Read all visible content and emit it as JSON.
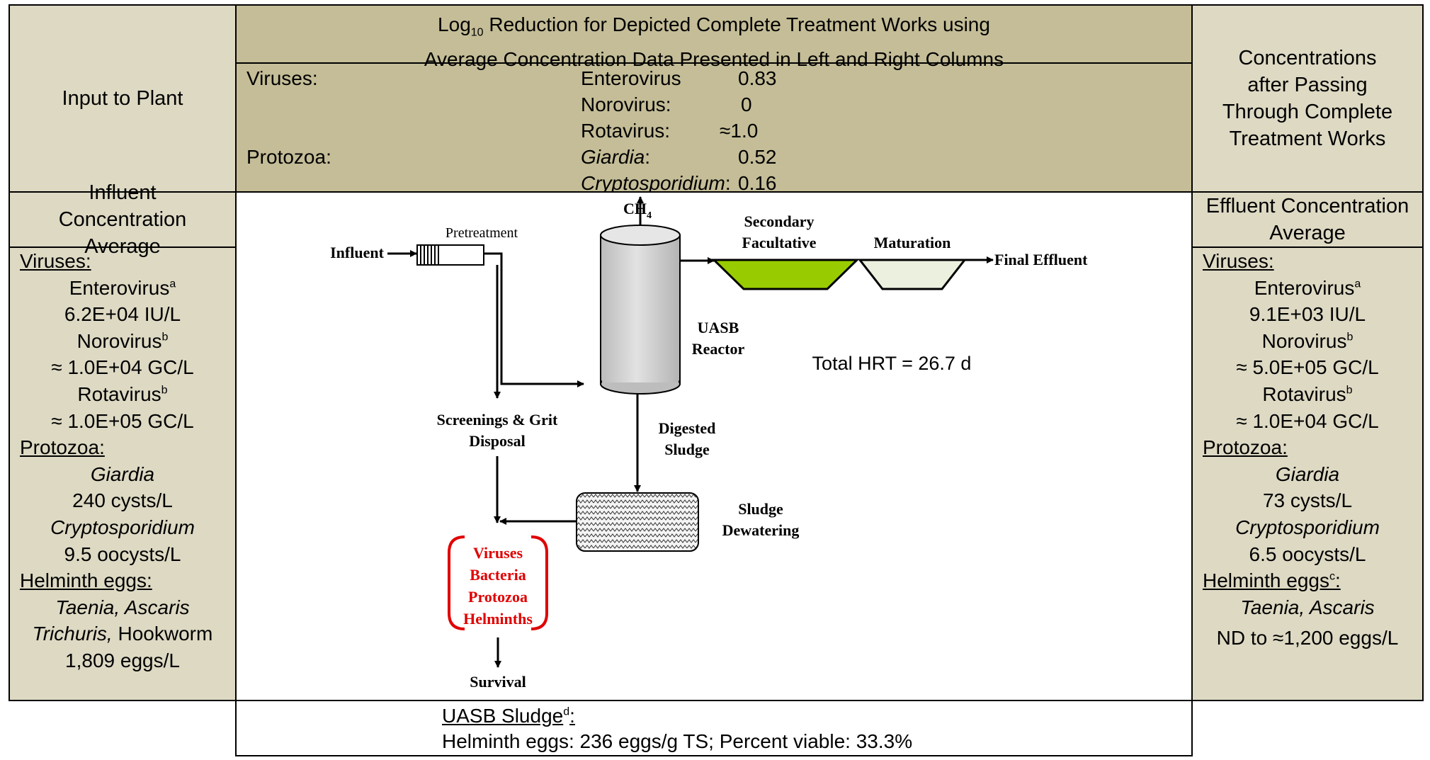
{
  "header": {
    "input_label": "Input to Plant",
    "log_title_line1_a": "Log",
    "log_title_line1_sub": "10",
    "log_title_line1_b": " Reduction for Depicted Complete Treatment Works using",
    "log_title_line2": "Average Concentration Data Presented in Left and Right Columns",
    "output_label": "Concentrations after Passing Through Complete Treatment Works"
  },
  "log_reduction": {
    "viruses_label": "Viruses:",
    "protozoa_label": "Protozoa:",
    "rows": [
      {
        "organism": "Enterovirus",
        "value": "0.83"
      },
      {
        "organism": "Norovirus:",
        "value": "0"
      },
      {
        "organism": "Rotavirus:",
        "value": "≈1.0"
      },
      {
        "organism": "Giardia",
        "suffix": ":",
        "value": "0.52"
      },
      {
        "organism": "Cryptosporidium",
        "suffix": ":",
        "value": "0.16"
      }
    ]
  },
  "influent": {
    "heading": "Influent Concentration Average",
    "viruses_label": "Viruses:",
    "enterovirus": "Enterovirus",
    "enterovirus_sup": "a",
    "enterovirus_value": "6.2E+04 IU/L",
    "norovirus": "Norovirus",
    "norovirus_sup": "b",
    "norovirus_value": "≈ 1.0E+04 GC/L",
    "rotavirus": "Rotavirus",
    "rotavirus_sup": "b",
    "rotavirus_value": "≈ 1.0E+05 GC/L",
    "protozoa_label": "Protozoa:",
    "giardia": "Giardia",
    "giardia_value": "240 cysts/L",
    "crypto": "Cryptosporidium",
    "crypto_value": "9.5 oocysts/L",
    "helminth_label": "Helminth eggs:",
    "helminth_names1": "Taenia, Ascaris",
    "helminth_names2_italic": "Trichuris,",
    "helminth_names2_plain": " Hookworm",
    "helminth_value": "1,809 eggs/L"
  },
  "effluent": {
    "heading": "Effluent Concentration Average",
    "viruses_label": "Viruses:",
    "enterovirus": "Enterovirus",
    "enterovirus_sup": "a",
    "enterovirus_value": "9.1E+03 IU/L",
    "norovirus": "Norovirus",
    "norovirus_sup": "b",
    "norovirus_value": "≈ 5.0E+05 GC/L",
    "rotavirus": "Rotavirus",
    "rotavirus_sup": "b",
    "rotavirus_value": "≈ 1.0E+04 GC/L",
    "protozoa_label": "Protozoa:",
    "giardia": "Giardia",
    "giardia_value": "73  cysts/L",
    "crypto": "Cryptosporidium",
    "crypto_value": "6.5 oocysts/L",
    "helminth_label": "Helminth eggs",
    "helminth_sup": "c",
    "helminth_colon": ":",
    "helminth_names1": "Taenia, Ascaris",
    "helminth_value": "ND to ≈1,200 eggs/L"
  },
  "diagram": {
    "influent": "Influent",
    "pretreatment": "Pretreatment",
    "ch4_main": "CH",
    "ch4_sub": "4",
    "secondary_line1": "Secondary",
    "secondary_line2": "Facultative",
    "maturation": "Maturation",
    "final_effluent": "Final Effluent",
    "uasb_line1": "UASB",
    "uasb_line2": "Reactor",
    "total_hrt": "Total HRT = 26.7 d",
    "screenings_line1": "Screenings & Grit",
    "screenings_line2": "Disposal",
    "digested_line1": "Digested",
    "digested_line2": "Sludge",
    "dewatering_line1": "Sludge",
    "dewatering_line2": "Dewatering",
    "pathogens": [
      "Viruses",
      "Bacteria",
      "Protozoa",
      "Helminths"
    ],
    "survival": "Survival",
    "colors": {
      "secondary_pond": "#99cc00",
      "maturation_pond": "#ebf1de",
      "reactor": "#d4d4d4",
      "pathogen_text": "#e00000"
    }
  },
  "uasb_sludge": {
    "label": "UASB Sludge",
    "label_sup": "d",
    "label_colon": ":",
    "detail": "Helminth eggs: 236 eggs/g TS; Percent viable: 33.3%"
  }
}
